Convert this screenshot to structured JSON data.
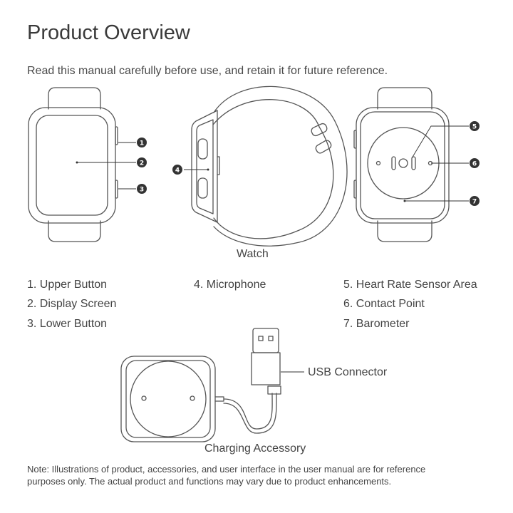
{
  "title": "Product Overview",
  "subtitle": "Read this manual carefully before use, and retain it for future reference.",
  "watch_caption": "Watch",
  "callout_numbers": [
    "1",
    "2",
    "3",
    "4",
    "5",
    "6",
    "7"
  ],
  "legend": [
    "1. Upper Button",
    "2. Display Screen",
    "3. Lower Button",
    "4. Microphone",
    "5. Heart Rate Sensor Area",
    "6. Contact Point",
    "7. Barometer"
  ],
  "usb_label": "USB Connector",
  "charger_caption": "Charging Accessory",
  "note": {
    "line1": "Note: Illustrations of product, accessories, and user interface in the user manual are for reference",
    "line2": "purposes only. The actual product and functions may vary due to product enhancements."
  },
  "colors": {
    "line": "#555555",
    "callout": "#333333",
    "text": "#444444"
  }
}
